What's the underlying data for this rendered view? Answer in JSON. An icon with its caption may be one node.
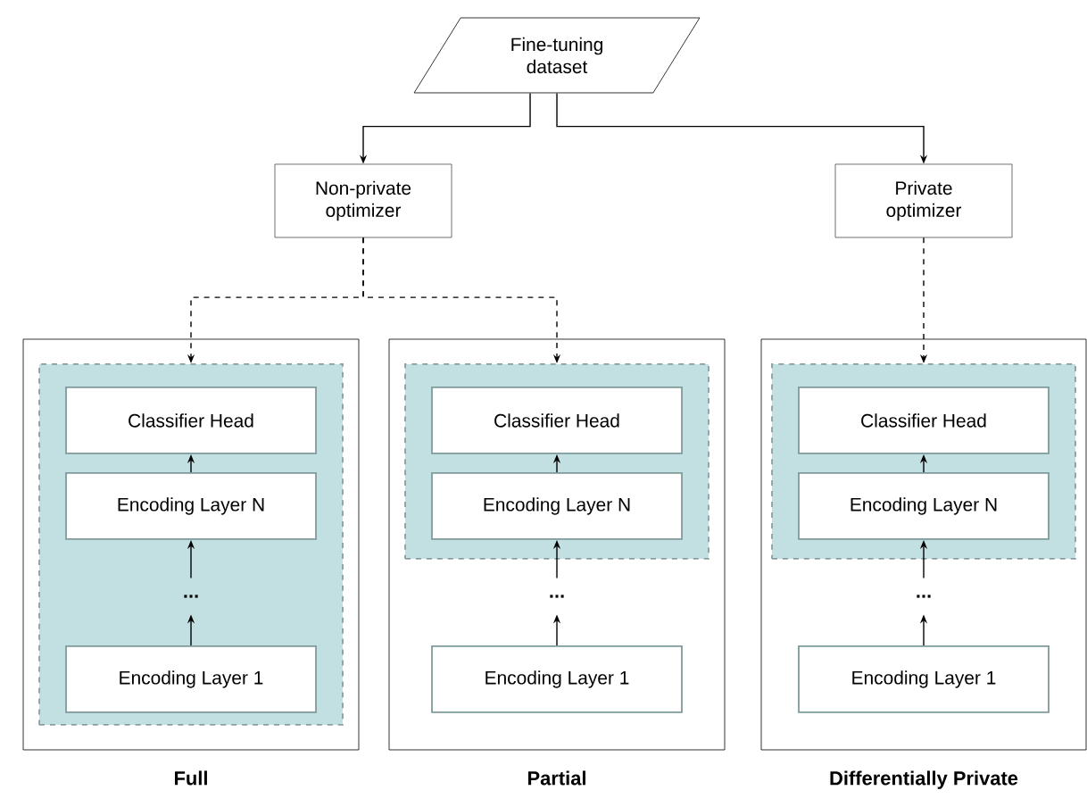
{
  "diagram": {
    "nodes": [
      {
        "text": [
          "Fine-tuning dataset"
        ]
      },
      {
        "text": [
          "Non-private optimizer"
        ]
      },
      {
        "text": [
          "Private optimizer"
        ]
      },
      {
        "text": [
          "Full"
        ]
      },
      {
        "text": [],
        "shape": "box",
        "in": 3
      },
      {
        "text": [
          "Classifier Head"
        ],
        "in": 4
      },
      {
        "text": [
          "Encoding Layer N"
        ],
        "in": 4
      },
      {
        "text": [
          "..."
        ],
        "in": 4
      },
      {
        "text": [
          "Encoding Layer 1"
        ],
        "in": 4
      },
      {
        "text": [
          "Partial"
        ]
      },
      {
        "text": [],
        "shape": "box",
        "in": 9
      },
      {
        "text": [
          "Classifier Head"
        ],
        "in": 10
      },
      {
        "text": [
          "Encoding Layer N"
        ],
        "in": 10
      },
      {
        "text": [
          "..."
        ],
        "in": 9
      },
      {
        "text": [
          "Encoding Layer 1"
        ],
        "in": 9
      },
      {
        "text": [
          "Differentially Private"
        ]
      },
      {
        "text": [],
        "shape": "box",
        "in": 15
      },
      {
        "text": [
          "Classifier Head"
        ],
        "in": 16
      },
      {
        "text": [
          "Encoding Layer N"
        ],
        "in": 16
      },
      {
        "text": [
          "..."
        ],
        "in": 15
      },
      {
        "text": [
          "Encoding Layer 1"
        ],
        "in": 15
      }
    ],
    "edges": [
      {
        "from": 0,
        "to": 1,
        "arrow": "to"
      },
      {
        "from": 0,
        "to": 2,
        "arrow": "to"
      },
      {
        "from": 1,
        "to": 4,
        "arrow": "to",
        "style": "dashed"
      },
      {
        "from": 1,
        "to": 10,
        "arrow": "to",
        "style": "dashed"
      },
      {
        "from": 2,
        "to": 16,
        "arrow": "to",
        "style": "dashed"
      },
      {
        "from": 6,
        "to": 5,
        "arrow": "to"
      },
      {
        "from": 7,
        "to": 6,
        "arrow": "to"
      },
      {
        "from": 8,
        "to": 7,
        "arrow": "to"
      },
      {
        "from": 12,
        "to": 11,
        "arrow": "to"
      },
      {
        "from": 13,
        "to": 12,
        "arrow": "to"
      },
      {
        "from": 14,
        "to": 13,
        "arrow": "to"
      },
      {
        "from": 18,
        "to": 17,
        "arrow": "to"
      },
      {
        "from": 19,
        "to": 18,
        "arrow": "to"
      },
      {
        "from": 20,
        "to": 19,
        "arrow": "to"
      }
    ]
  }
}
